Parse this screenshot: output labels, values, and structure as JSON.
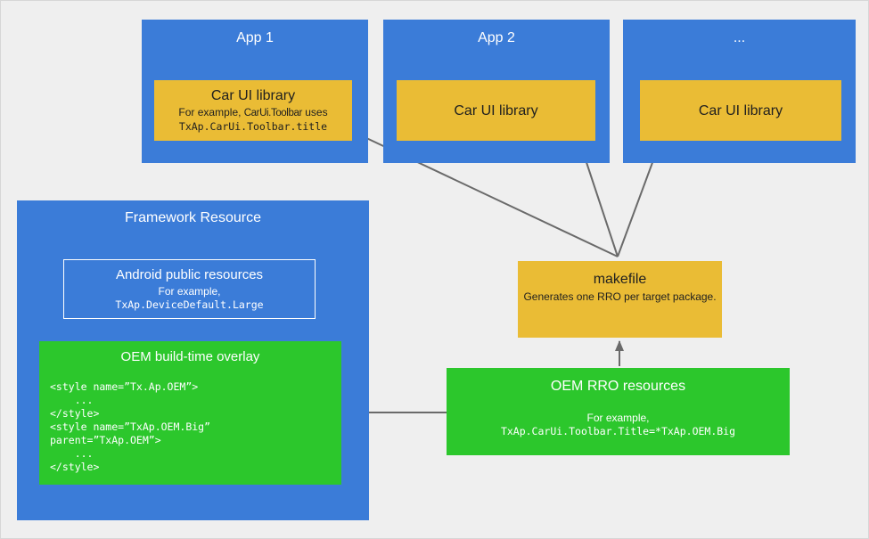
{
  "colors": {
    "blue": "#3b7cd8",
    "yellow": "#eabc35",
    "green": "#2cc72c",
    "arrow": "#6a6a6a",
    "text_dark": "#1f1f1f",
    "white": "#ffffff",
    "background": "#efefef"
  },
  "apps": [
    {
      "title": "App 1",
      "library": {
        "title": "Car UI library",
        "example_prefix": "For example, ",
        "example_mid": "CarUi.Toolbar",
        "example_suffix": " uses",
        "example_code": "TxAp.CarUi.Toolbar.title"
      }
    },
    {
      "title": "App 2",
      "library": {
        "title": "Car UI library"
      }
    },
    {
      "title": "...",
      "library": {
        "title": "Car UI library"
      }
    }
  ],
  "framework": {
    "title": "Framework Resource",
    "android_public": {
      "title": "Android public resources",
      "example_label": "For example,",
      "example_code": "TxAp.DeviceDefault.Large"
    },
    "oem_overlay": {
      "title": "OEM build-time overlay",
      "code_lines": [
        "<style name=”Tx.Ap.OEM”>",
        "    ...",
        "</style>",
        "<style name=”TxAp.OEM.Big”",
        "parent=”TxAp.OEM”>",
        "    ...",
        "</style>"
      ]
    }
  },
  "makefile": {
    "title": "makefile",
    "description": "Generates one RRO per target package."
  },
  "oem_rro": {
    "title": "OEM RRO resources",
    "example_label": "For example,",
    "example_code": "TxAp.CarUi.Toolbar.Title=*TxAp.OEM.Big"
  }
}
